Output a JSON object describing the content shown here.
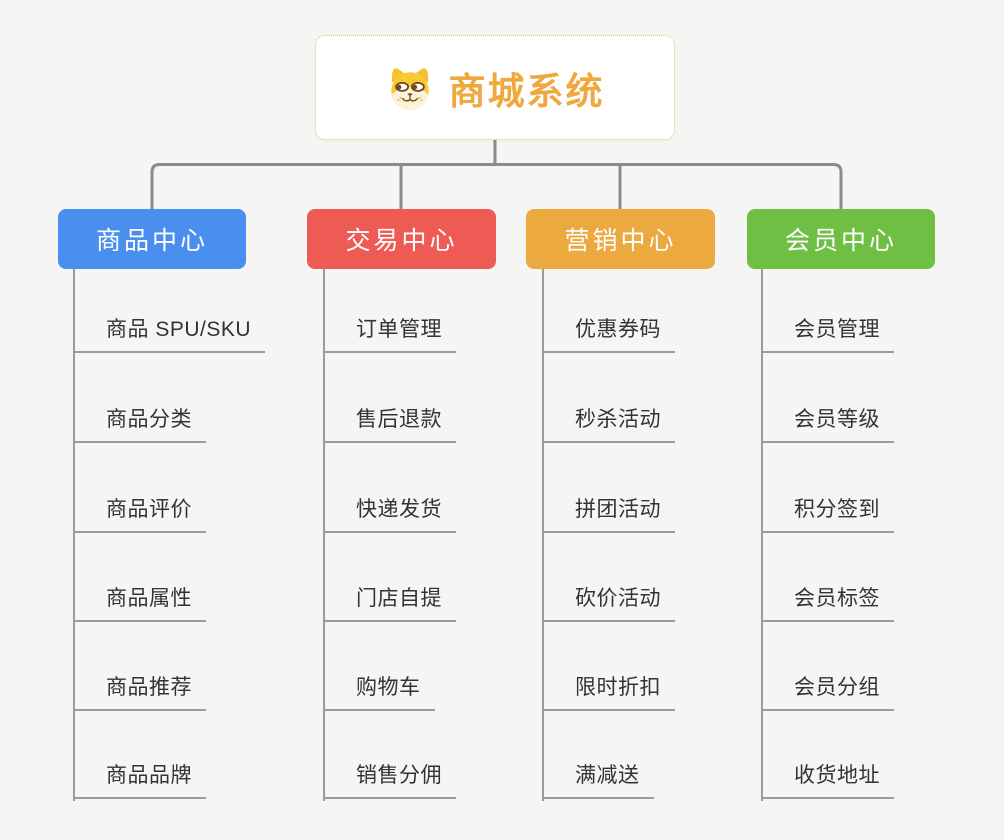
{
  "page": {
    "background_color": "#f5f5f4",
    "connector_color": "#8b8b8b",
    "leaf_text_color": "#333333",
    "leaf_line_color": "#9b9b9b"
  },
  "root": {
    "title": "商城系统",
    "icon": "doge-face-icon",
    "text_color": "#efa83d",
    "border_color": "#f0bd6a",
    "background": "#ffffff"
  },
  "branches": [
    {
      "label": "商品中心",
      "color": "#4a8fee",
      "items": [
        "商品 SPU/SKU",
        "商品分类",
        "商品评价",
        "商品属性",
        "商品推荐",
        "商品品牌"
      ]
    },
    {
      "label": "交易中心",
      "color": "#ee5b55",
      "items": [
        "订单管理",
        "售后退款",
        "快递发货",
        "门店自提",
        "购物车",
        "销售分佣"
      ]
    },
    {
      "label": "营销中心",
      "color": "#eba93f",
      "items": [
        "优惠券码",
        "秒杀活动",
        "拼团活动",
        "砍价活动",
        "限时折扣",
        "满减送"
      ]
    },
    {
      "label": "会员中心",
      "color": "#6fbf44",
      "items": [
        "会员管理",
        "会员等级",
        "积分签到",
        "会员标签",
        "会员分组",
        "收货地址"
      ]
    }
  ]
}
